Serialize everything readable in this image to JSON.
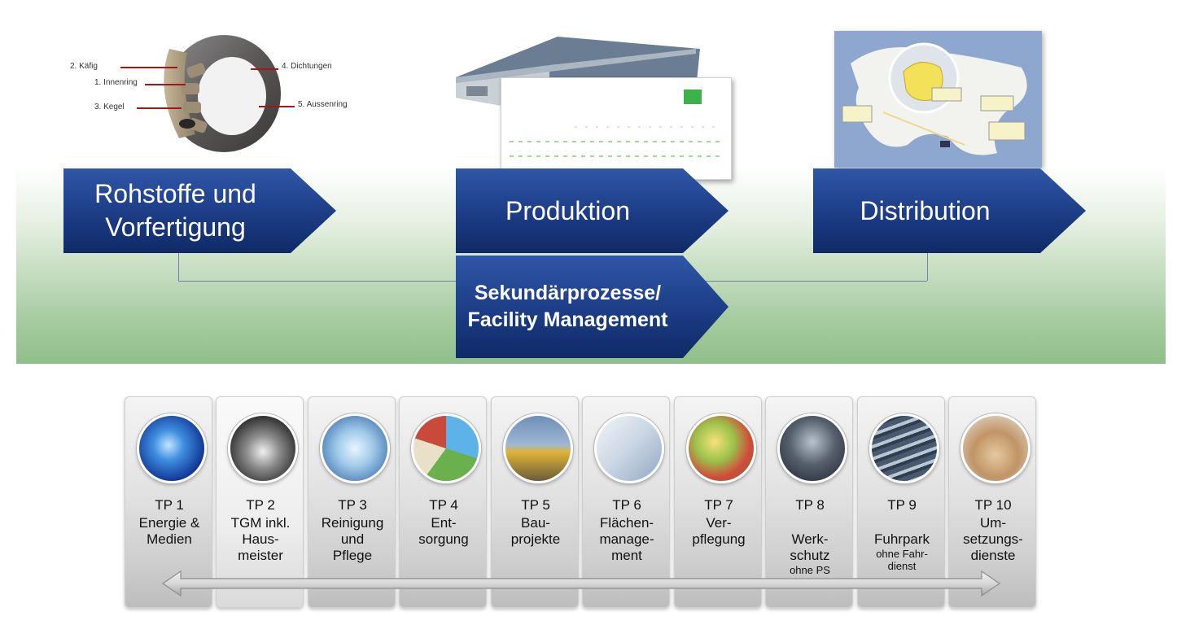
{
  "value_chain": {
    "steps": [
      {
        "label": "Rohstoffe und\nVorfertigung"
      },
      {
        "label": "Produktion"
      },
      {
        "label": "Distribution"
      }
    ],
    "secondary": {
      "label": "Sekundärprozesse/\nFacility Management"
    }
  },
  "bearing_diagram": {
    "labels": [
      "2. Käfig",
      "1. Innenring",
      "3. Kegel",
      "4. Dichtungen",
      "5. Aussenring"
    ]
  },
  "subprocesses": [
    {
      "tp": "TP 1",
      "name": "Energie &\nMedien",
      "note": "",
      "icon": "energy-icon"
    },
    {
      "tp": "TP 2",
      "name": "TGM inkl.\nHaus-\nmeister",
      "note": "",
      "icon": "gears-icon"
    },
    {
      "tp": "TP 3",
      "name": "Reinigung\nund\nPflege",
      "note": "",
      "icon": "cleaning-icon"
    },
    {
      "tp": "TP 4",
      "name": "Ent-\nsorgung",
      "note": "",
      "icon": "recycling-icon"
    },
    {
      "tp": "TP 5",
      "name": "Bau-\nprojekte",
      "note": "",
      "icon": "excavator-icon"
    },
    {
      "tp": "TP 6",
      "name": "Flächen-\nmanage-\nment",
      "note": "",
      "icon": "floorplan-icon"
    },
    {
      "tp": "TP 7",
      "name": "Ver-\npflegung",
      "note": "",
      "icon": "food-icon"
    },
    {
      "tp": "TP 8",
      "name": "Werk-\nschutz",
      "note": "ohne PS",
      "icon": "security-icon"
    },
    {
      "tp": "TP 9",
      "name": "Fuhrpark",
      "note": "ohne Fahr-\ndienst",
      "icon": "car-fleet-icon"
    },
    {
      "tp": "TP 10",
      "name": "Um-\nsetzungs-\ndienste",
      "note": "",
      "icon": "boxes-icon"
    }
  ],
  "colors": {
    "arrow_top": "#2f57a6",
    "arrow_bottom": "#0f2a66",
    "band_green": "#8fbf89",
    "tile_grey": "#d6d6d6",
    "bearing_leader": "#a01818"
  }
}
